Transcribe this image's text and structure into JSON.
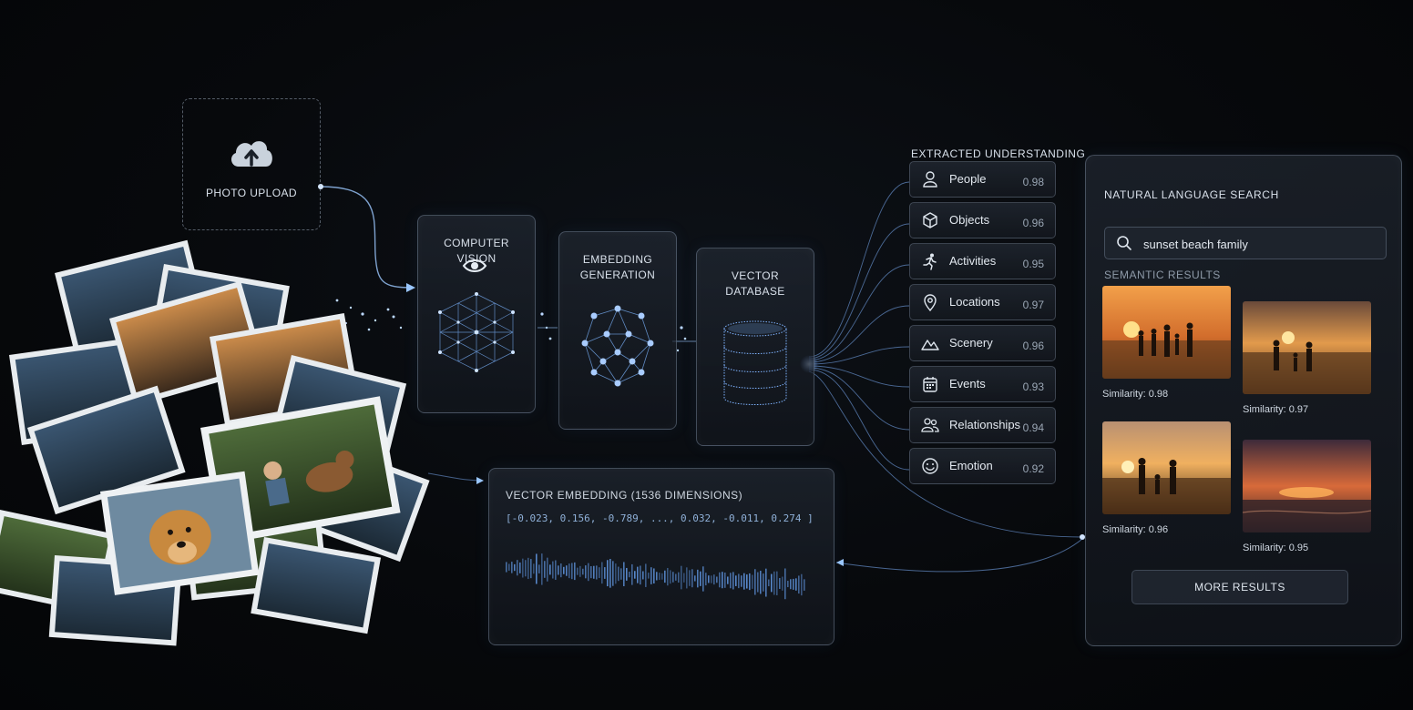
{
  "upload": {
    "label": "PHOTO UPLOAD",
    "icon": "cloud-upload-icon"
  },
  "pipeline": {
    "stages": [
      {
        "title": "COMPUTER VISION",
        "icon": "eye-icon"
      },
      {
        "title": "EMBEDDING GENERATION",
        "icon": "neural-network-icon"
      },
      {
        "title": "VECTOR DATABASE",
        "icon": "database-icon"
      }
    ]
  },
  "extracted": {
    "title": "EXTRACTED UNDERSTANDING",
    "items": [
      {
        "label": "People",
        "value": "0.98",
        "icon": "person-icon"
      },
      {
        "label": "Objects",
        "value": "0.96",
        "icon": "cube-icon"
      },
      {
        "label": "Activities",
        "value": "0.95",
        "icon": "running-icon"
      },
      {
        "label": "Locations",
        "value": "0.97",
        "icon": "location-pin-icon"
      },
      {
        "label": "Scenery",
        "value": "0.96",
        "icon": "mountain-icon"
      },
      {
        "label": "Events",
        "value": "0.93",
        "icon": "calendar-icon"
      },
      {
        "label": "Relationships",
        "value": "0.94",
        "icon": "people-icon"
      },
      {
        "label": "Emotion",
        "value": "0.92",
        "icon": "smiley-icon"
      }
    ]
  },
  "search": {
    "title": "NATURAL LANGUAGE SEARCH",
    "query": "sunset beach family",
    "results_title": "SEMANTIC RESULTS",
    "results": [
      {
        "similarity": "Similarity: 0.98"
      },
      {
        "similarity": "Similarity: 0.97"
      },
      {
        "similarity": "Similarity: 0.96"
      },
      {
        "similarity": "Similarity: 0.95"
      }
    ],
    "more_label": "MORE RESULTS"
  },
  "embedding": {
    "title": "VECTOR EMBEDDING (1536 DIMENSIONS)",
    "vector": "[-0.023, 0.156, -0.789, ..., 0.032, -0.011, 0.274 ]"
  },
  "colors": {
    "accent": "#7fb3ff",
    "glow": "#9cc8ff",
    "background": "#07090c"
  }
}
